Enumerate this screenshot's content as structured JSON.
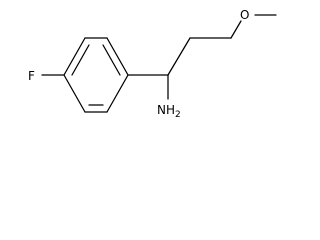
{
  "molecule": {
    "atoms": {
      "fluorine": "F",
      "oxygen": "O",
      "amine": "NH",
      "amine_subscript": "2"
    },
    "bond_color": "#000000",
    "label_color": "#000000"
  }
}
